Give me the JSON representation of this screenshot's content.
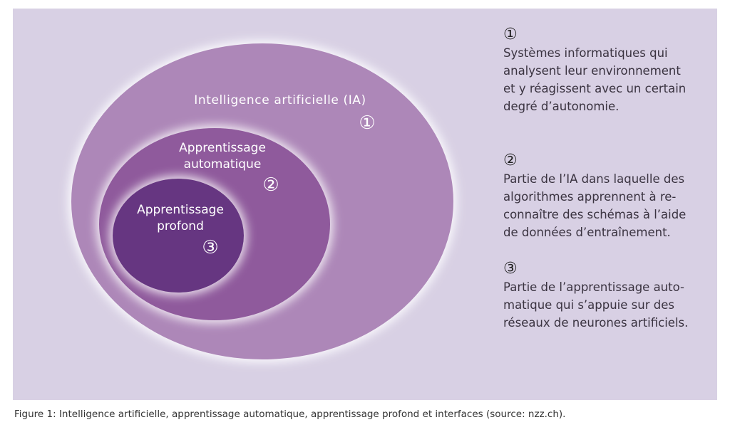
{
  "colors": {
    "background": "#d8d0e4",
    "ai": "#ad87b8",
    "ml": "#8f5a9c",
    "dl": "#663681",
    "label": "#ffffff"
  },
  "diagram": {
    "ai": {
      "label": "Intelligence artificielle (IA)",
      "number": "①"
    },
    "ml": {
      "label_lines": [
        "Apprentissage",
        "automatique"
      ],
      "number": "②"
    },
    "dl": {
      "label_lines": [
        "Apprentissage",
        "profond"
      ],
      "number": "③"
    }
  },
  "descriptions": [
    {
      "number": "①",
      "lines": [
        "Systèmes informatiques qui",
        "analysent leur environnement",
        "et y réagissent avec un certain",
        "degré d’autonomie."
      ]
    },
    {
      "number": "②",
      "lines": [
        "Partie de l’IA dans laquelle des",
        "algorithmes apprennent à re-",
        "connaître des schémas à l’aide",
        "de données d’entraînement."
      ]
    },
    {
      "number": "③",
      "lines": [
        "Partie de l’apprentissage auto-",
        "matique qui s’appuie sur des",
        "réseaux de neurones artificiels."
      ]
    }
  ],
  "caption": "Figure 1: Intelligence artificielle, apprentissage automatique, apprentissage profond et interfaces (source: nzz.ch)."
}
